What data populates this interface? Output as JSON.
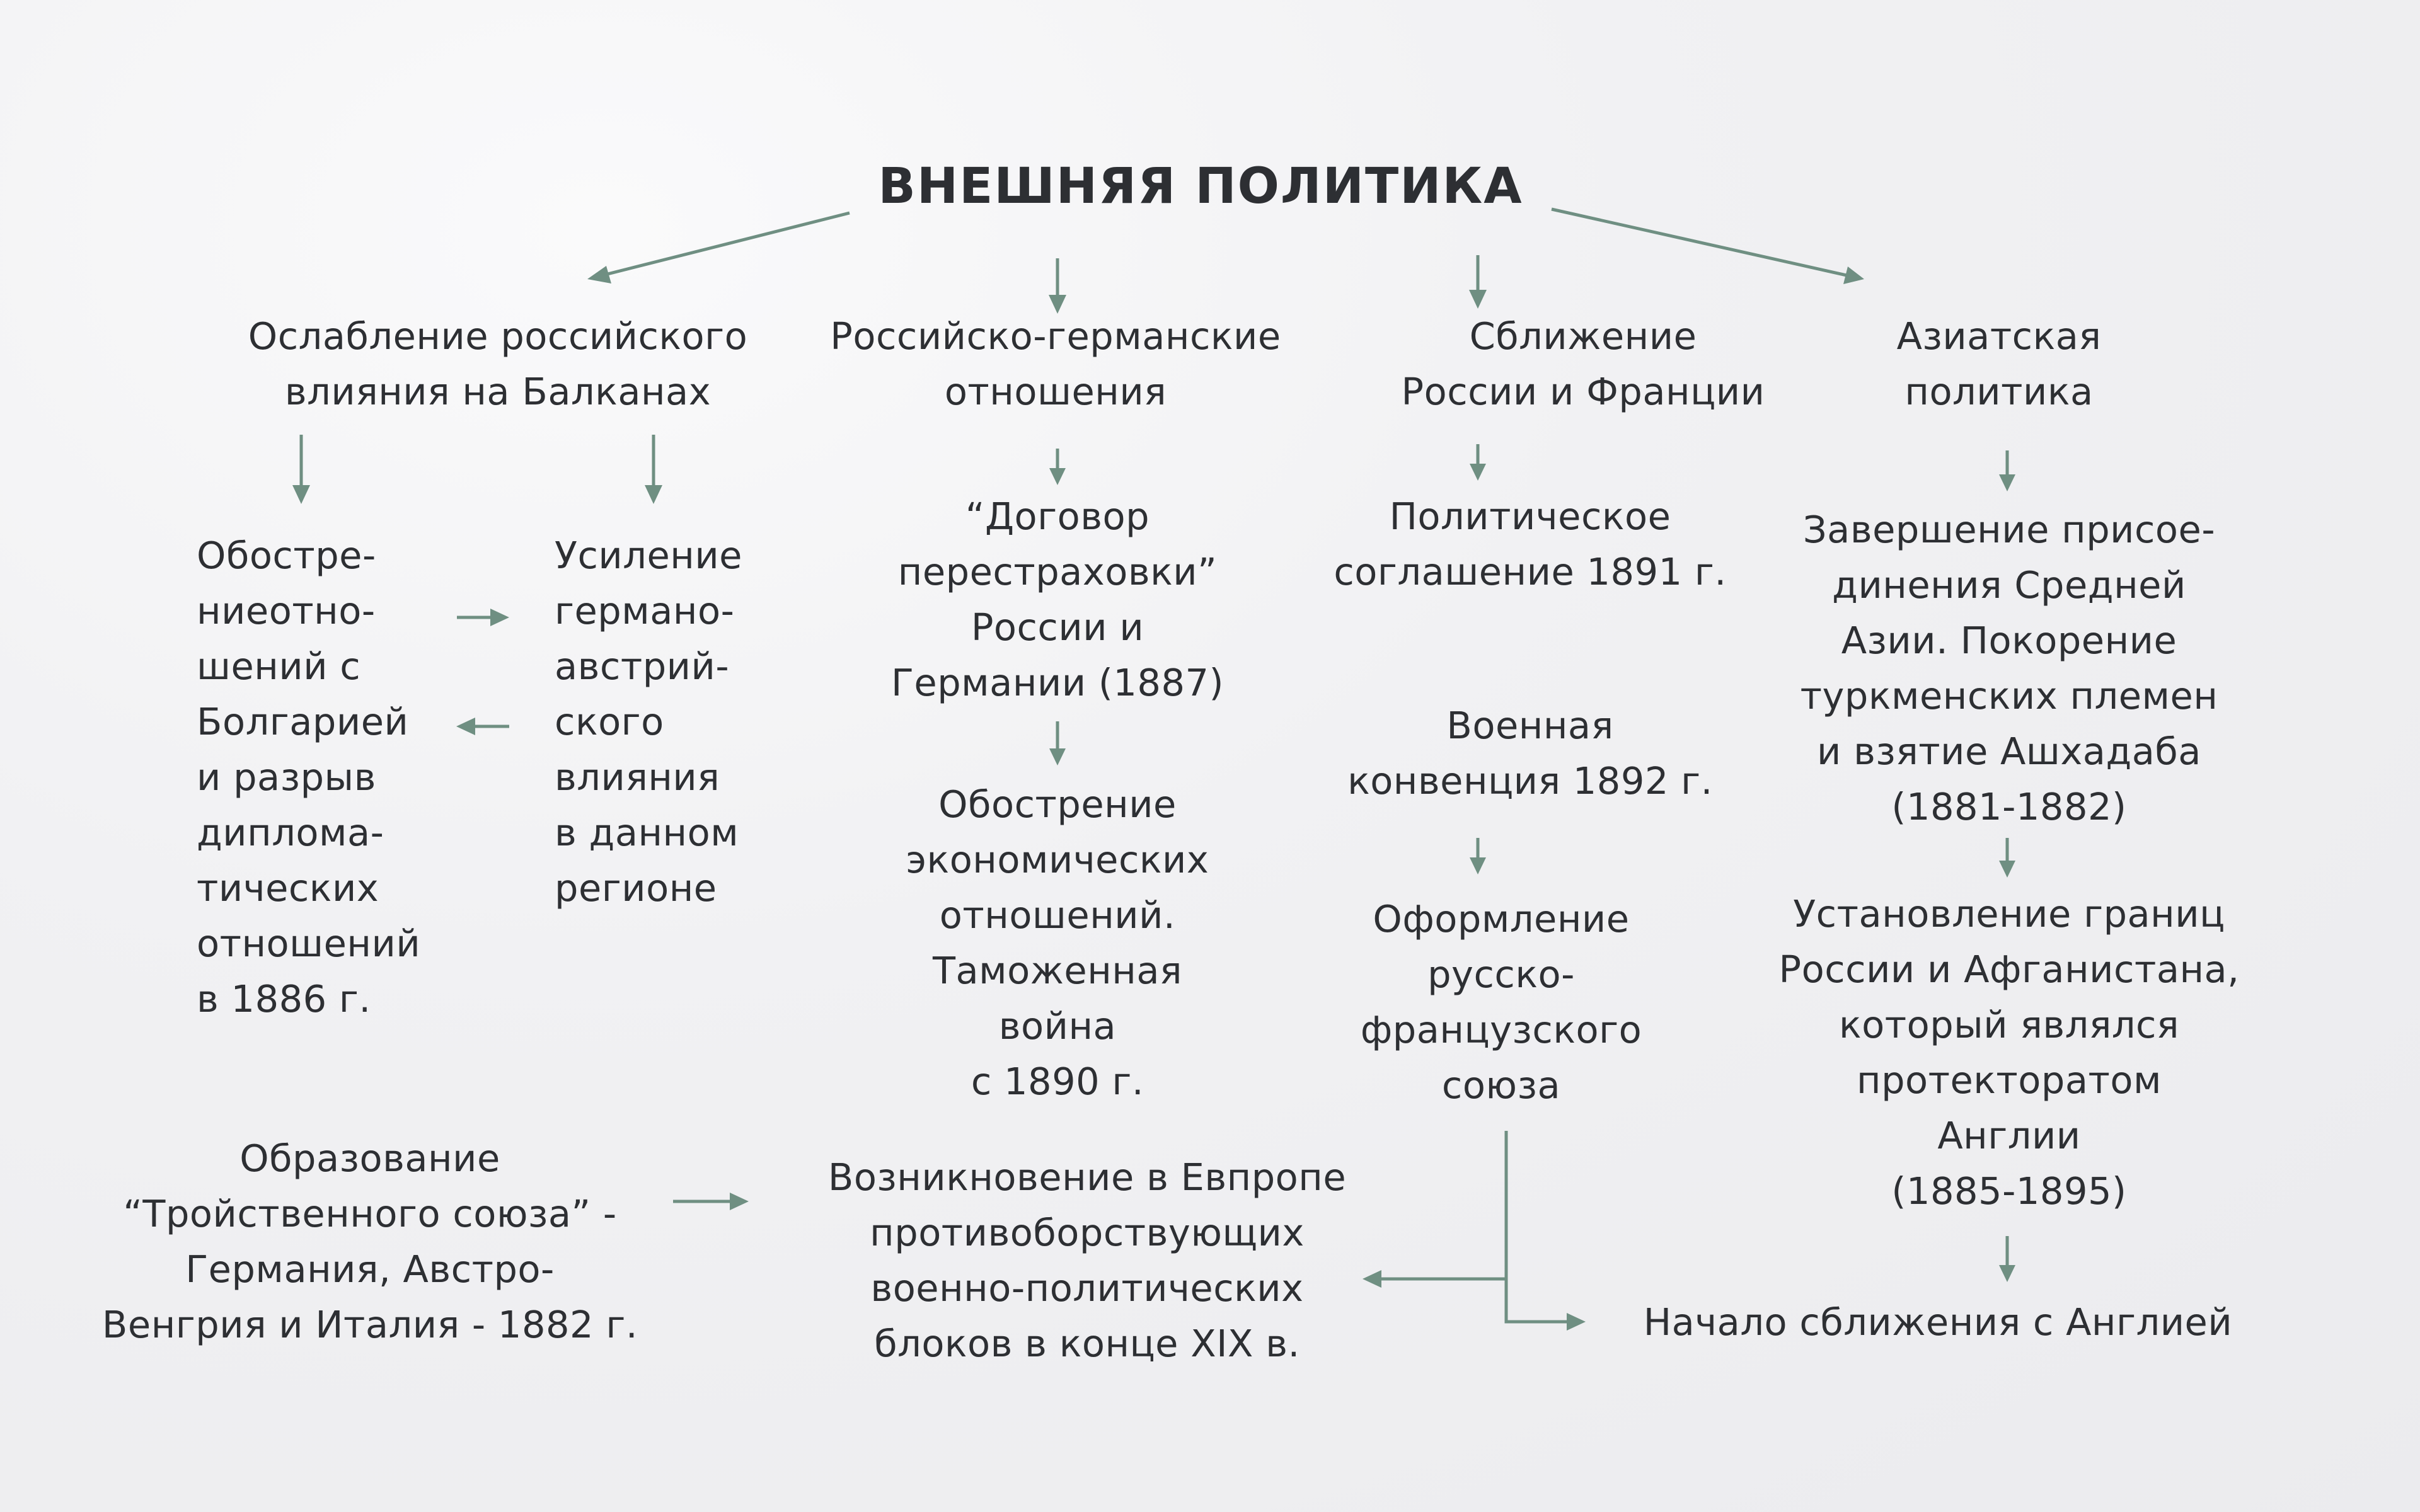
{
  "diagram": {
    "title": "ВНЕШНЯЯ ПОЛИТИКА",
    "branches": {
      "balkans": "Ослабление российского\nвлияния на Балканах",
      "russo_german": "Российско-германские\nотношения",
      "russo_french": "Сближение\nРоссии и Франции",
      "asian": "Азиатская\nполитика"
    },
    "balkans": {
      "bulgaria": "Обостре-\nниеотно-\nшений с\nБолгарией\nи разрыв\nдиплома-\nтических\nотношений\nв 1886 г.",
      "austro_german": "Усиление\nгермано-\nавстрий-\nского\nвлияния\nв данном\nрегионе"
    },
    "russo_german": {
      "treaty": "“Договор\nперестраховки”\nРоссии и\nГермании (1887)",
      "customs_war": "Обострение\nэкономических\nотношений.\nТаможенная\nвойна\nс 1890 г."
    },
    "russo_french": {
      "agreement": "Политическое\nсоглашение 1891 г.",
      "convention": "Военная\nконвенция 1892 г.",
      "union": "Оформление\nрусско-\nфранцузского\nсоюза"
    },
    "asian": {
      "central_asia": "Завершение присое-\nдинения Средней\nАзии. Покорение\nтуркменских племен\nи взятие Ашхадаба\n(1881-1882)",
      "afghanistan": "Установление границ\nРоссии и Афганистана,\nкоторый являлся\nпротекторатом\nАнглии\n(1885-1895)",
      "england": "Начало сближения с Англией"
    },
    "bottom": {
      "triple_alliance": "Образование\n“Тройственного союза” -\nГермания, Австро-\nВенгрия и Италия - 1882 г.",
      "blocs": "Возникновение в Евпропе\nпротивоборствующих\nвоенно-политических\nблоков в конце XIX в."
    }
  }
}
